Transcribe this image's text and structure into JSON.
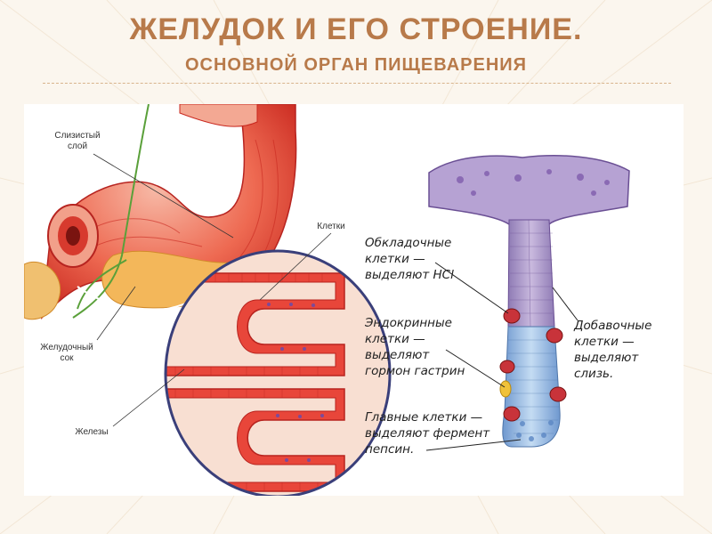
{
  "slide": {
    "title": "ЖЕЛУДОК И ЕГО СТРОЕНИЕ.",
    "subtitle": "ОСНОВНОЙ ОРГАН ПИЩЕВАРЕНИЯ"
  },
  "left_figure": {
    "labels": {
      "mucous_layer": "Слизистый слой",
      "cells": "Клетки",
      "gastric_juice": "Желудочный сок",
      "glands": "Железы"
    }
  },
  "right_figure": {
    "labels": {
      "parietal": [
        "Обкладочные",
        "клетки —",
        "выделяют НСl"
      ],
      "endocrine": [
        "Эндокринные",
        "клетки —",
        "выделяют",
        "гормон гастрин"
      ],
      "chief": [
        "Главные клетки —",
        "выделяют фермент",
        "пепсин."
      ],
      "accessory": [
        "Добавочные",
        "клетки —",
        "выделяют",
        "слизь."
      ]
    }
  },
  "colors": {
    "title": "#b87a4a",
    "background": "#fbf6ee",
    "stomach_red": "#e8413a",
    "gland_purple": "#a58fc4",
    "gland_blue": "#8fb4e0"
  }
}
